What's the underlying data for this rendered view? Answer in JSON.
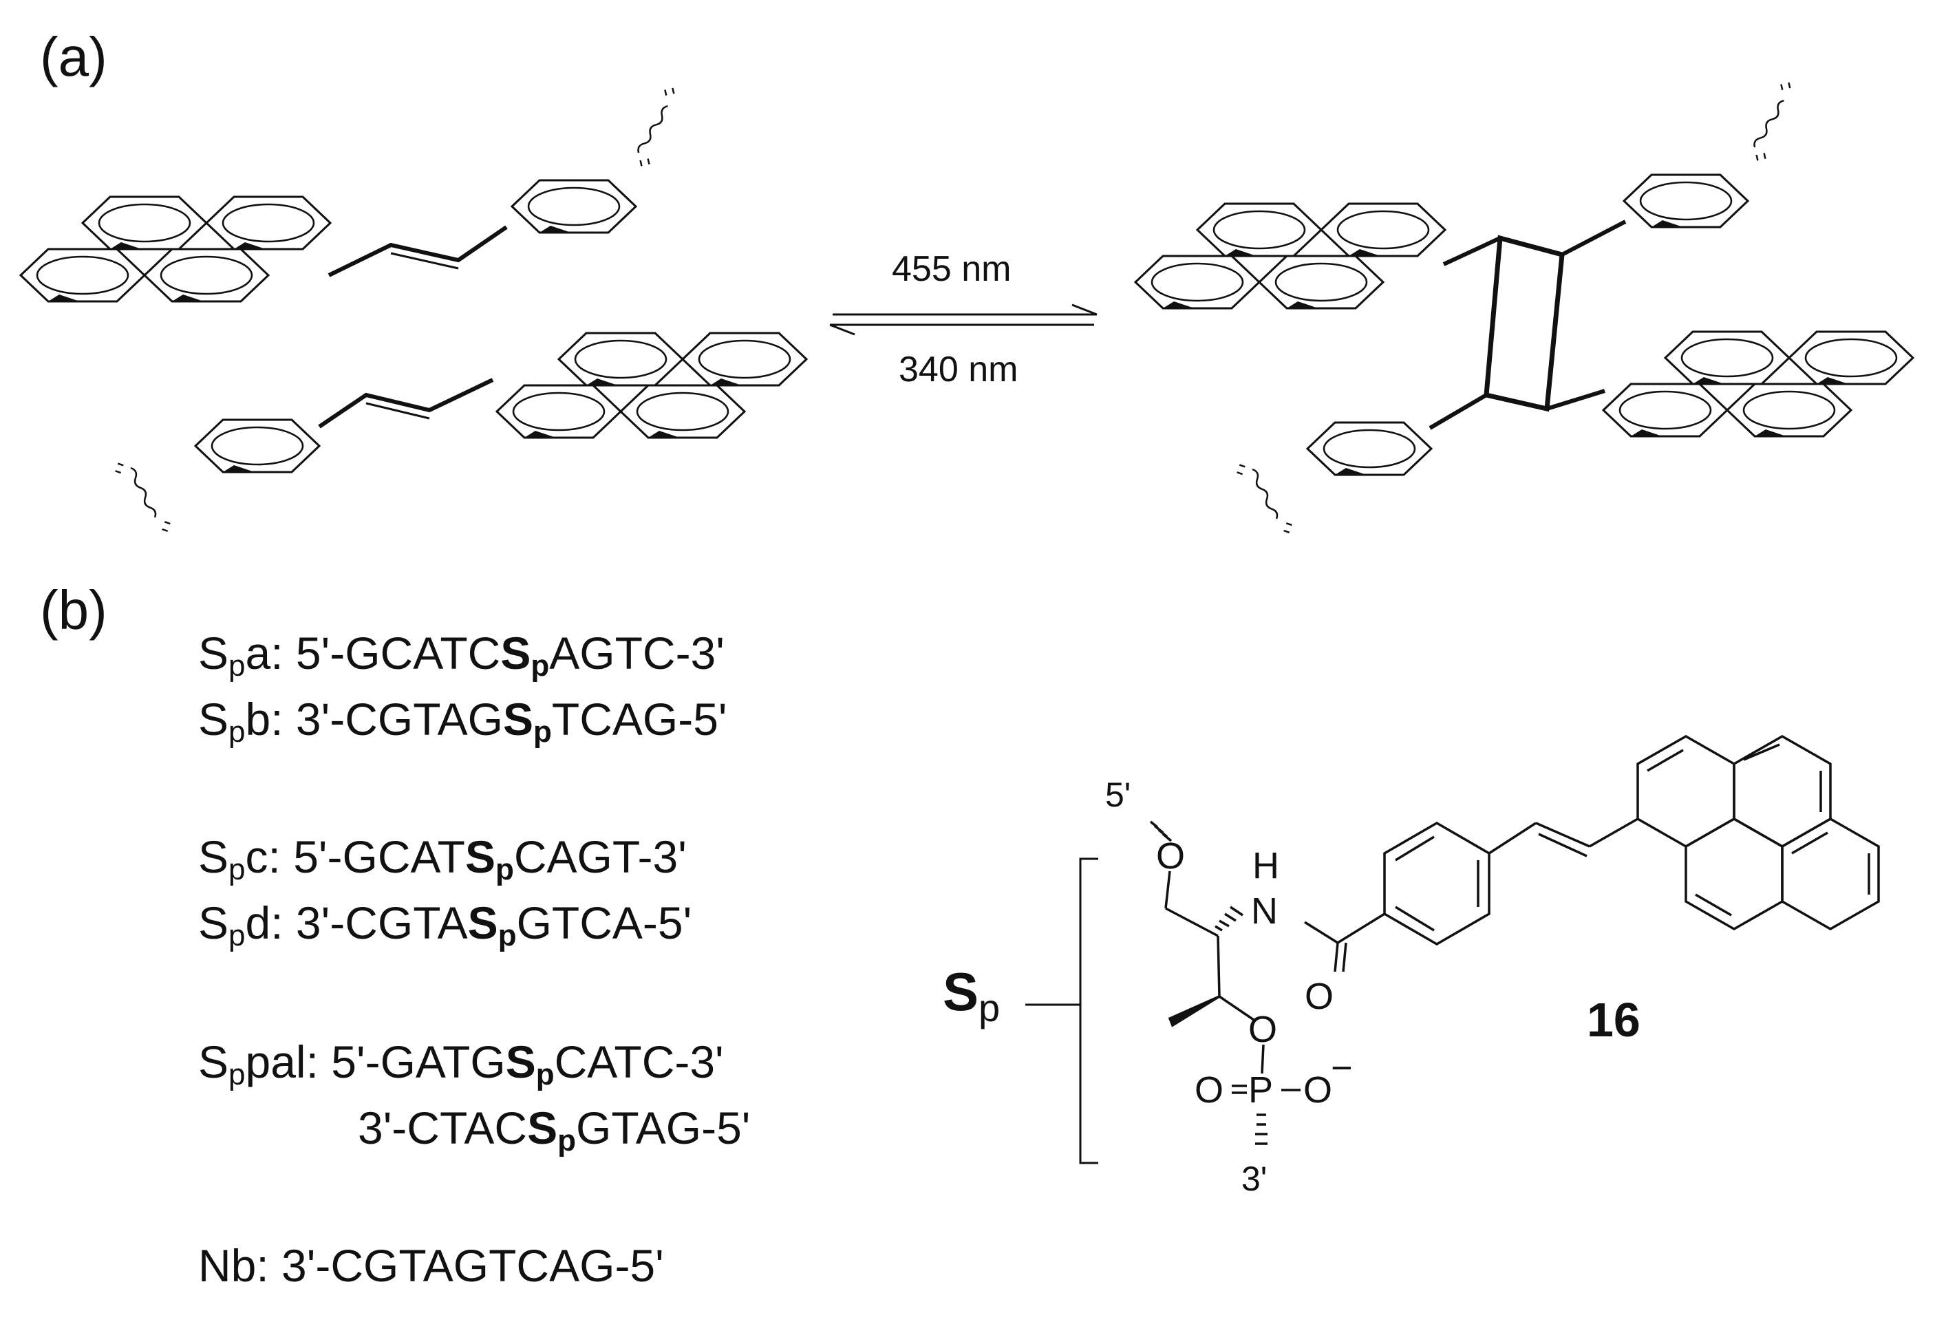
{
  "panel_a": {
    "label": "(a)",
    "arrow_forward_label": "455 nm",
    "arrow_reverse_label": "340 nm"
  },
  "panel_b": {
    "label": "(b)",
    "sequences": [
      {
        "name": "a",
        "prefix": "5'-GCATC",
        "suffix": "AGTC-3'"
      },
      {
        "name": "b",
        "prefix": "3'-CGTAG",
        "suffix": "TCAG-5'"
      },
      {
        "name": "c",
        "prefix": "5'-GCAT",
        "suffix": "CAGT-3'"
      },
      {
        "name": "d",
        "prefix": "3'-CGTA",
        "suffix": "GTCA-5'"
      },
      {
        "name": "pal",
        "prefix": "5'-GATG",
        "suffix": "CATC-3'"
      },
      {
        "name": "",
        "prefix": "3'-CTAC",
        "suffix": "GTAG-5'"
      }
    ],
    "nb_sequence": "Nb: 3'-CGTAGTCAG-5'",
    "modifier_symbol": "S",
    "modifier_subscript": "p",
    "compound_number": "16",
    "atoms": {
      "five_prime": "5'",
      "three_prime": "3'",
      "oxygen": "O",
      "nitrogen": "N",
      "hydrogen": "H",
      "phosphorus": "P",
      "oxide": "O",
      "charge": "−"
    }
  },
  "colors": {
    "ink": "#111111",
    "background": "#ffffff"
  }
}
